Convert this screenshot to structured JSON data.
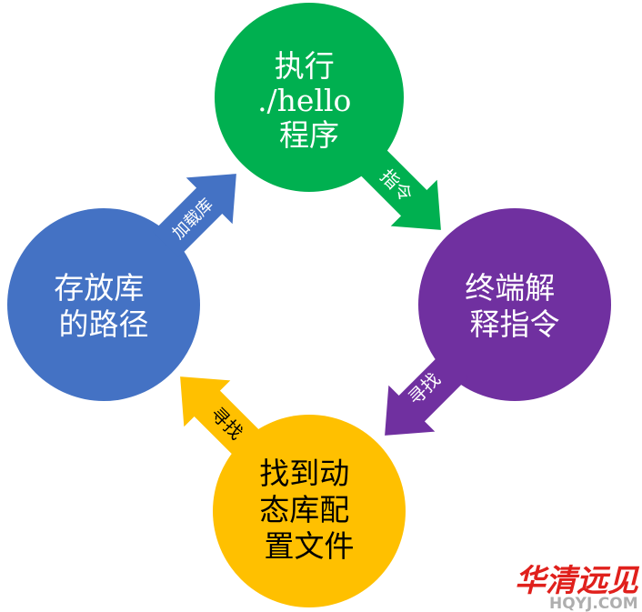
{
  "nodes": [
    {
      "id": "execute",
      "lines": [
        "执行",
        "./hello",
        "程序"
      ],
      "color": "#00b050",
      "text_color": "#ffffff"
    },
    {
      "id": "interpret",
      "lines": [
        "终端解",
        "释指令"
      ],
      "color": "#7030a0",
      "text_color": "#ffffff"
    },
    {
      "id": "find-config",
      "lines": [
        "找到动",
        "态库配",
        "置文件"
      ],
      "color": "#ffc000",
      "text_color": "#000000"
    },
    {
      "id": "lib-path",
      "lines": [
        "存放库",
        "的路径"
      ],
      "color": "#4472c4",
      "text_color": "#ffffff"
    }
  ],
  "arrows": [
    {
      "label": "指令",
      "color": "#00b050",
      "text_color": "#ffffff"
    },
    {
      "label": "寻找",
      "color": "#7030a0",
      "text_color": "#ffffff"
    },
    {
      "label": "寻找",
      "color": "#ffc000",
      "text_color": "#000000"
    },
    {
      "label": "加载库",
      "color": "#4472c4",
      "text_color": "#ffffff"
    }
  ],
  "watermark": {
    "title": "华清远见",
    "subtitle": "HQYJ.COM"
  }
}
